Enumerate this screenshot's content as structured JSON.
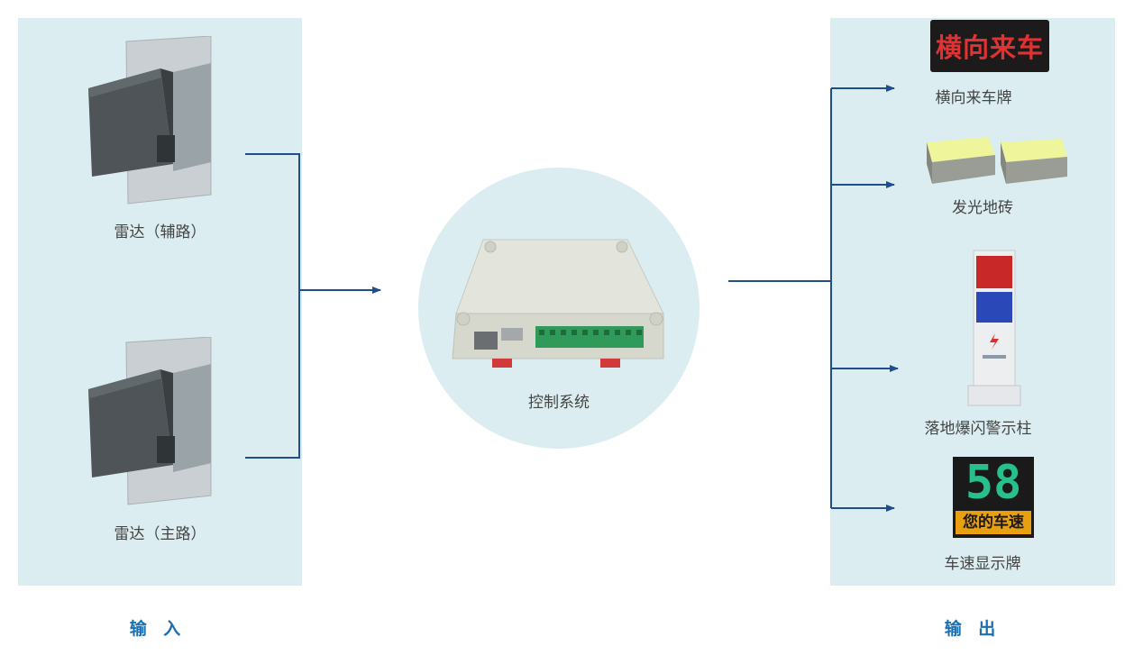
{
  "input": {
    "title": "输 入",
    "radar_aux_label": "雷达（辅路）",
    "radar_main_label": "雷达（主路）"
  },
  "controller": {
    "label": "控制系统"
  },
  "output": {
    "title": "输 出",
    "cross_traffic_sign": {
      "display_text": "横向来车",
      "label": "横向来车牌"
    },
    "light_tiles": {
      "label": "发光地砖"
    },
    "warning_post": {
      "label": "落地爆闪警示柱"
    },
    "speed_sign": {
      "display_value": "58",
      "caption": "您的车速",
      "label": "车速显示牌"
    }
  },
  "colors": {
    "panel": "#dcedf1",
    "line": "#1f4e8f",
    "title": "#1a6fb0"
  }
}
